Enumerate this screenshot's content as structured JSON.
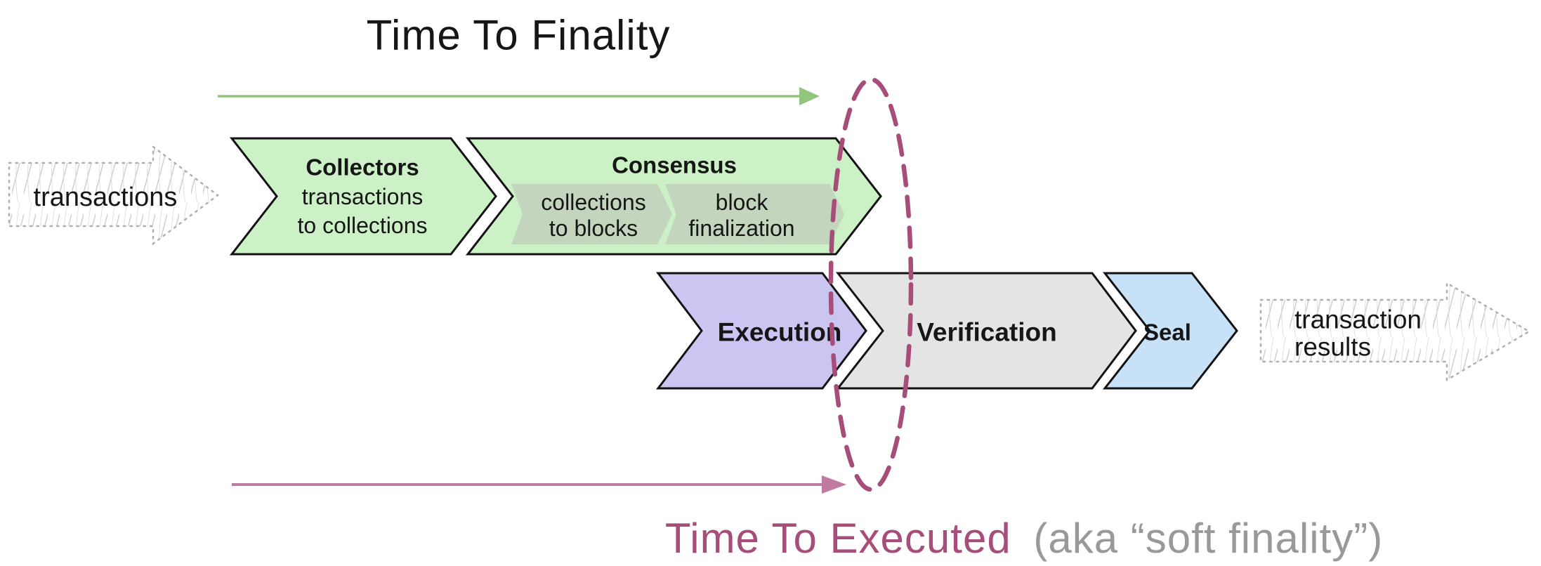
{
  "titles": {
    "finality": "Time To Finality",
    "executed": "Time To Executed",
    "executed_suffix": "(aka “soft finality”)"
  },
  "io": {
    "input_label": "transactions",
    "output_line1": "transaction",
    "output_line2": "results"
  },
  "pipeline": {
    "row1": [
      {
        "title": "Collectors",
        "line1": "transactions",
        "line2": "to collections"
      },
      {
        "title": "Consensus",
        "sub": [
          {
            "line1": "collections",
            "line2": "to blocks"
          },
          {
            "line1": "block",
            "line2": "finalization"
          }
        ]
      }
    ],
    "row2": [
      {
        "label": "Execution"
      },
      {
        "label": "Verification"
      },
      {
        "label": "Seal"
      }
    ]
  },
  "colors": {
    "green_fill": "#cdf1c6",
    "green_sub_fill": "#c3d5bd",
    "lavender_fill": "#cbc5f1",
    "gray_fill": "#e4e4e4",
    "blue_fill": "#c7e1f6",
    "outline": "#111111",
    "green_accent": "#6aa84f",
    "green_arrow": "#93c47d",
    "pink_accent": "#a64d79",
    "pink_arrow": "#c27ba0",
    "sketch_text": "#434343",
    "sketch_line": "#cccccc",
    "sketch_border": "#b0b0b0",
    "subtitle_gray": "#999999"
  }
}
